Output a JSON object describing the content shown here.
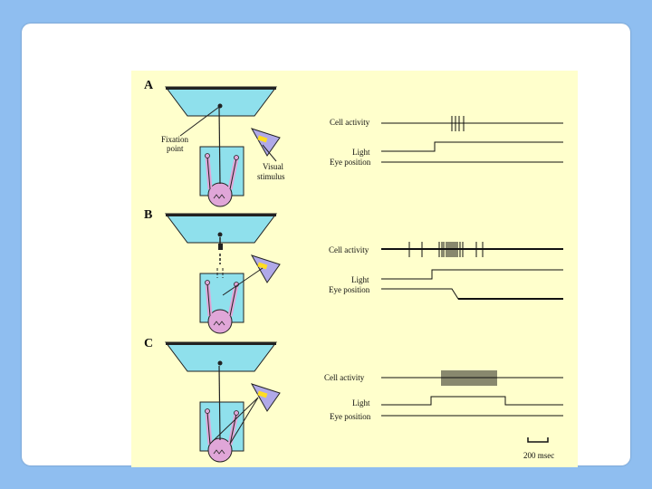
{
  "figure": {
    "colors": {
      "background": "#8fbef0",
      "card": "#ffffff",
      "figure_bg": "#ffffcc",
      "screen": "#8fe0ec",
      "stimulus_panel": "#b0a9e8",
      "stimulus_light": "#ffdd22",
      "body": "#e0a6d8"
    },
    "panels": [
      {
        "letter": "A",
        "labels": {
          "fixation": [
            "Fixation",
            "point"
          ],
          "stimulus": [
            "Visual",
            "stimulus"
          ],
          "cell_activity": "Cell activity",
          "light": "Light",
          "eye_position": "Eye position"
        }
      },
      {
        "letter": "B",
        "labels": {
          "cell_activity": "Cell activity",
          "light": "Light",
          "eye_position": "Eye position"
        }
      },
      {
        "letter": "C",
        "labels": {
          "cell_activity": "Cell activity",
          "light": "Light",
          "eye_position": "Eye position"
        }
      }
    ],
    "scale_bar": "200 msec"
  }
}
